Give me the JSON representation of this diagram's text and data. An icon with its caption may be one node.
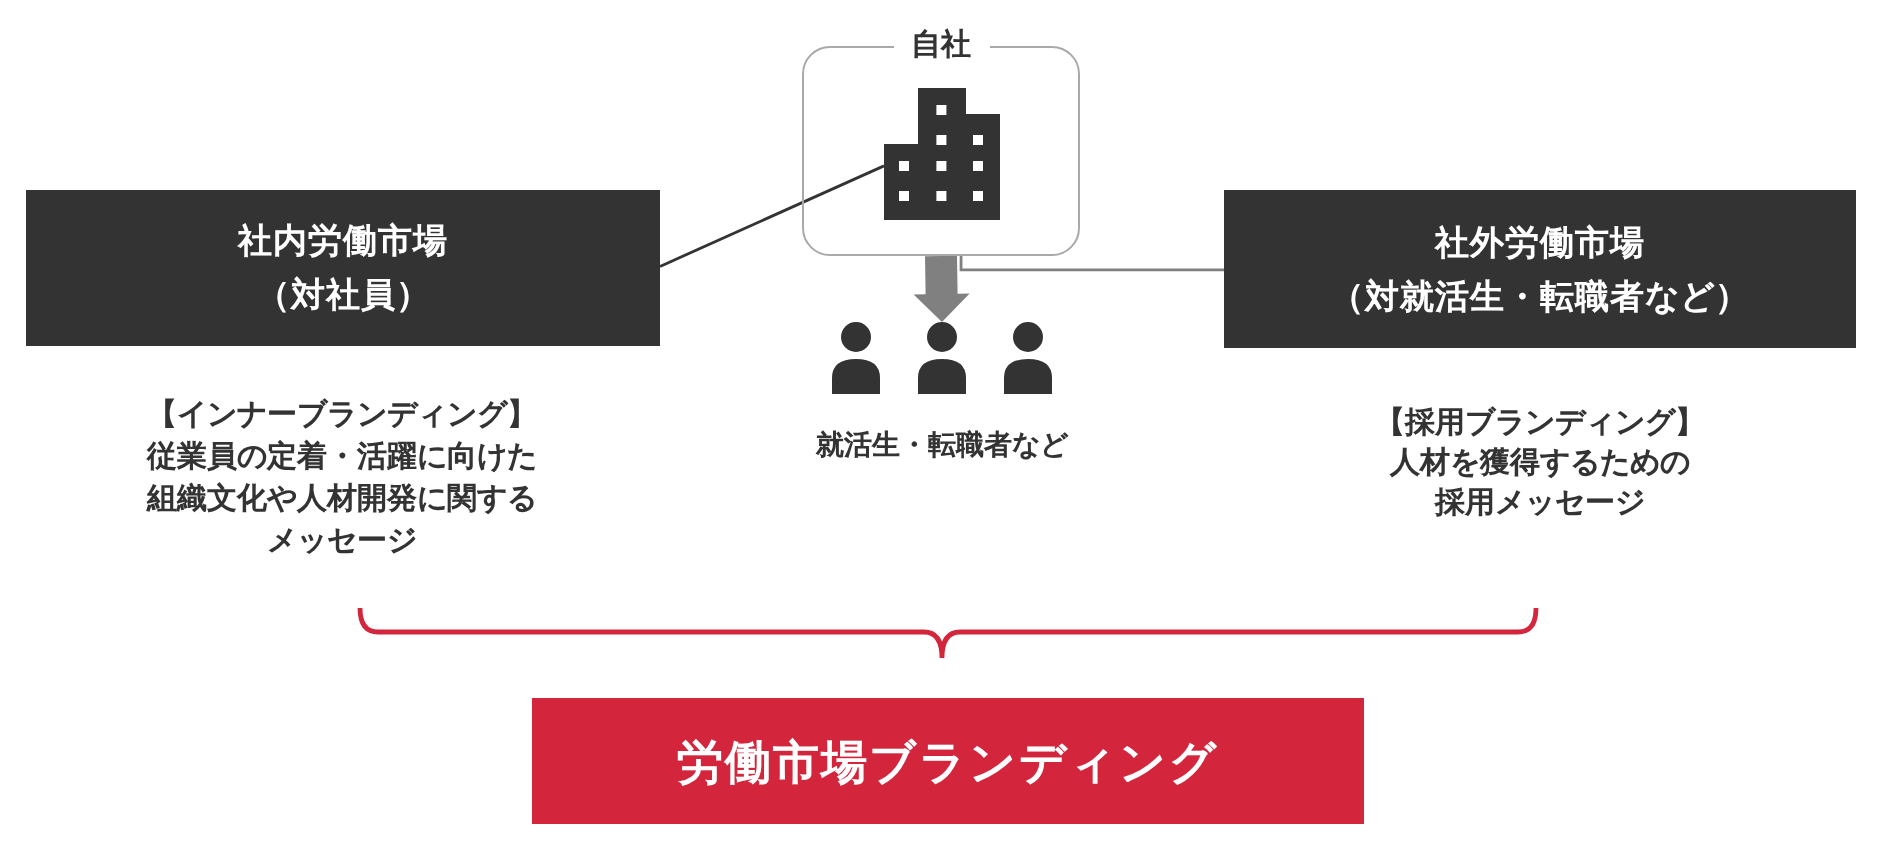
{
  "diagram": {
    "nodes": [
      {
        "text": [
          "自社"
        ]
      },
      {
        "text": [],
        "shape": "picture",
        "in": 0
      },
      {
        "text": [
          "社内労働市場",
          "（対社員）"
        ],
        "beside": [
          "【インナーブランディング】",
          "従業員の定着・活躍に向けた組織文化や人材開発に関するメッセージ"
        ]
      },
      {
        "text": [
          "社外労働市場",
          "（対就活生・転職者など）"
        ],
        "beside": [
          "【採用ブランディング】",
          "人材を獲得するための採用メッセージ"
        ]
      },
      {
        "text": [],
        "shape": "person",
        "beside": [
          "就活生・転職者など"
        ]
      },
      {
        "text": [
          "労働市場ブランディング"
        ]
      }
    ],
    "edges": [
      {
        "from": 2,
        "to": 1,
        "arrow": "none",
        "color": "#333333"
      },
      {
        "from": 3,
        "to": 0,
        "arrow": "none"
      },
      {
        "from": 0,
        "to": 4,
        "arrow": "to",
        "style": "thick"
      }
    ]
  }
}
